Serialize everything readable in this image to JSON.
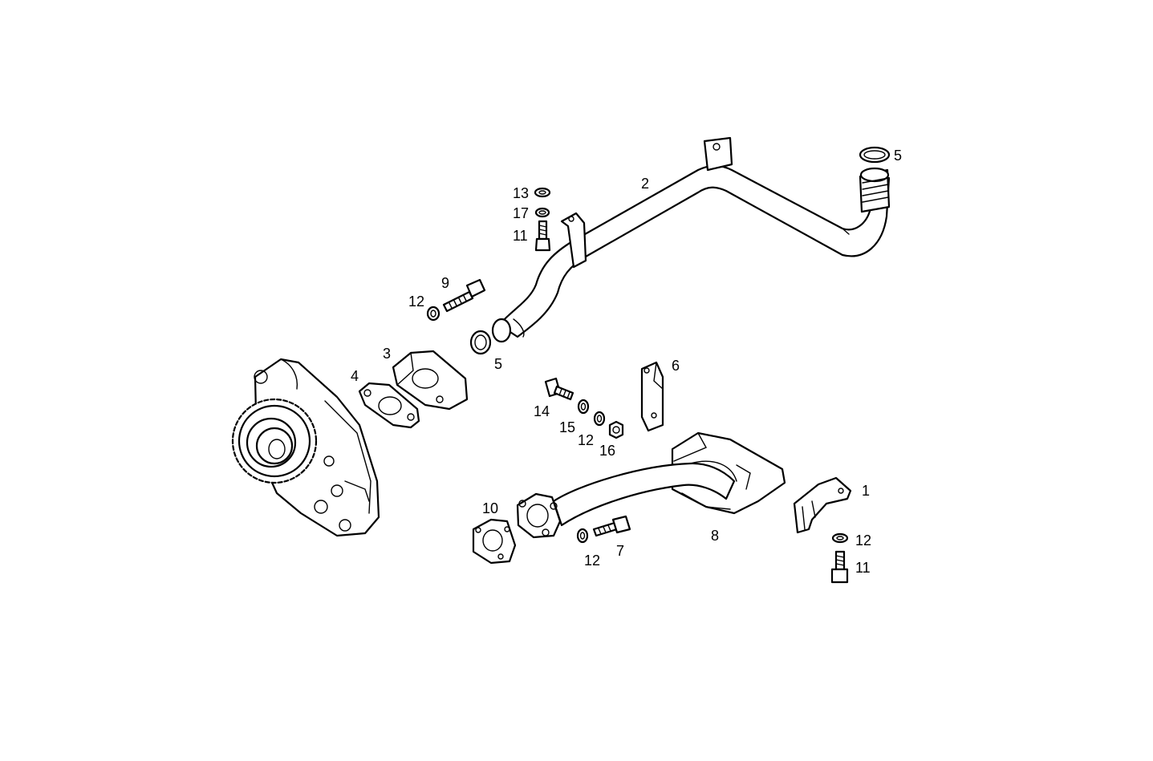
{
  "colors": {
    "line": "#000000",
    "background": "#ffffff"
  },
  "callouts": {
    "c1": "1",
    "c2": "2",
    "c3": "3",
    "c4": "4",
    "c5a": "5",
    "c5b": "5",
    "c6": "6",
    "c7": "7",
    "c8": "8",
    "c9": "9",
    "c10": "10",
    "c11a": "11",
    "c11b": "11",
    "c12a": "12",
    "c12b": "12",
    "c12c": "12",
    "c12d": "12",
    "c13": "13",
    "c14": "14",
    "c15": "15",
    "c16": "16",
    "c17": "17"
  }
}
